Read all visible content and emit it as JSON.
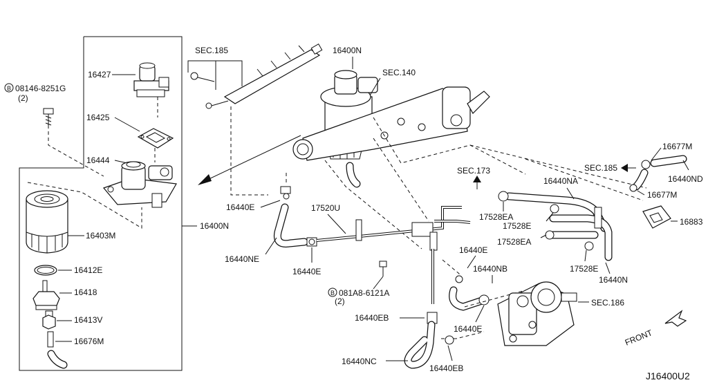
{
  "diagram_id": "J16400U2",
  "front_label": "FRONT",
  "labels": {
    "bolt_main": "08146-8251G",
    "bolt_main_qty": "(2)",
    "bolt_2": "081A8-6121A",
    "bolt_2_qty": "(2)",
    "p16427": "16427",
    "p16425": "16425",
    "p16444": "16444",
    "p16403M": "16403M",
    "p16412E": "16412E",
    "p16418": "16418",
    "p16413V": "16413V",
    "p16676M": "16676M",
    "p16400N_box": "16400N",
    "p16400N_top": "16400N",
    "sec185_top": "SEC.185",
    "sec140": "SEC.140",
    "p16440E_a": "16440E",
    "p17520U": "17520U",
    "p16440NE": "16440NE",
    "p16440E_b": "16440E",
    "sec173": "SEC.173",
    "p16440NA": "16440NA",
    "sec185_right": "SEC.185",
    "p16677M_a": "16677M",
    "p16440ND": "16440ND",
    "p16677M_b": "16677M",
    "p17528EA_a": "17528EA",
    "p17528E_a": "17528E",
    "p16883": "16883",
    "p17528EA_b": "17528EA",
    "p16440E_c": "16440E",
    "p17528E_b": "17528E",
    "p16440NB": "16440NB",
    "p16440N_right": "16440N",
    "sec186": "SEC.186",
    "p16440EB_a": "16440EB",
    "p16440E_d": "16440E",
    "p16440NC": "16440NC",
    "p16440EB_b": "16440EB"
  },
  "bolt_marker": "B"
}
